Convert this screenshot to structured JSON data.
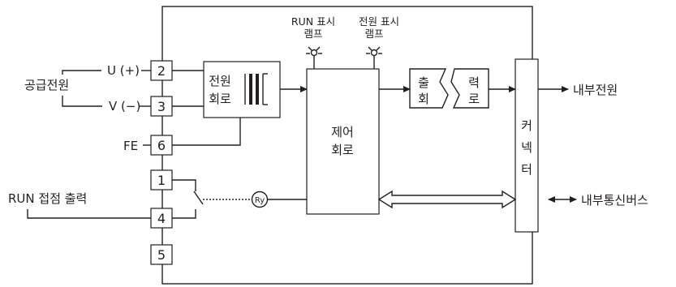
{
  "supply_label": "공급전원",
  "u_label": "U (+)",
  "v_label": "V (−)",
  "fe_label": "FE",
  "run_contact_label": "RUN 접점 출력",
  "terminals": [
    "2",
    "3",
    "6",
    "1",
    "4",
    "5"
  ],
  "power_circuit": [
    "전원",
    "회로"
  ],
  "control_circuit": [
    "제어",
    "회로"
  ],
  "lamp_run": [
    "RUN 표시",
    "램프"
  ],
  "lamp_power": [
    "전원 표시",
    "램프"
  ],
  "output_left": [
    "출",
    "회"
  ],
  "output_right": [
    "력",
    "로"
  ],
  "connector": [
    "커",
    "넥",
    "터"
  ],
  "relay": "Ry",
  "internal_power": "내부전원",
  "internal_bus": "내부통신버스"
}
